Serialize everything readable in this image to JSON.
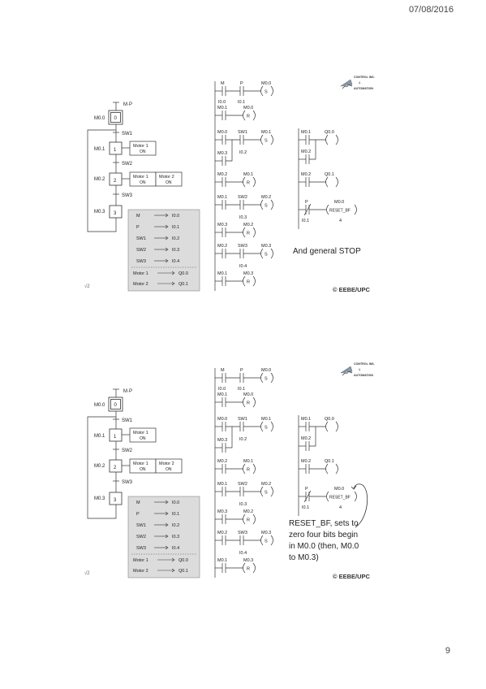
{
  "header": {
    "date": "07/08/2016"
  },
  "footer": {
    "page_number": "9"
  },
  "slides": [
    {
      "copyright": "© EEBE/UPC",
      "slide_number": "√2",
      "note": "And general STOP",
      "logo": {
        "title": "CONTROL INS.",
        "amp": "&",
        "sub": "AUTOMATION"
      }
    },
    {
      "copyright": "© EEBE/UPC",
      "slide_number": "√2",
      "note": "RESET_BF, sets to zero four bits begin in M0.0 (then, M0.0 to M0.3)",
      "logo": {
        "title": "CONTROL INS.",
        "amp": "&",
        "sub": "AUTOMATION"
      }
    }
  ],
  "grafcet": {
    "start_condition": "M·P",
    "steps": [
      {
        "memory": "M0.0",
        "number": "0"
      },
      {
        "memory": "M0.1",
        "number": "1"
      },
      {
        "memory": "M0.2",
        "number": "2"
      },
      {
        "memory": "M0.3",
        "number": "3"
      }
    ],
    "transitions": [
      "SW1",
      "SW2",
      "SW3"
    ],
    "actions": {
      "step1": [
        "Motor 1",
        "ON"
      ],
      "step2a": [
        "Motor 1",
        "ON"
      ],
      "step2b": [
        "Motor 2",
        "ON"
      ]
    }
  },
  "io_table": {
    "inputs": [
      {
        "signal": "M",
        "address": "I0.0"
      },
      {
        "signal": "P",
        "address": "I0.1"
      },
      {
        "signal": "SW1",
        "address": "I0.2"
      },
      {
        "signal": "SW2",
        "address": "I0.3"
      },
      {
        "signal": "SW3",
        "address": "I0.4"
      }
    ],
    "outputs": [
      {
        "signal": "Motor 1",
        "address": "Q0.0"
      },
      {
        "signal": "Motor 2",
        "address": "Q0.1"
      }
    ]
  },
  "ladder_left": [
    {
      "contacts": [
        {
          "top": "M",
          "bottom": "I0.0"
        },
        {
          "top": "P",
          "bottom": "I0.1"
        }
      ],
      "coil": {
        "label": "M0.0",
        "type": "S"
      }
    },
    {
      "contacts": [
        {
          "top": "M0.1",
          "bottom": ""
        }
      ],
      "coil": {
        "label": "M0.0",
        "type": "R"
      }
    },
    {
      "contacts": [
        {
          "top": "M0.0",
          "bottom": ""
        },
        {
          "top": "SW1",
          "bottom": "I0.2"
        }
      ],
      "parallel": "M0.3",
      "coil": {
        "label": "M0.1",
        "type": "S"
      }
    },
    {
      "contacts": [
        {
          "top": "M0.2",
          "bottom": ""
        }
      ],
      "coil": {
        "label": "M0.1",
        "type": "R"
      }
    },
    {
      "contacts": [
        {
          "top": "M0.1",
          "bottom": ""
        },
        {
          "top": "SW2",
          "bottom": "I0.3"
        }
      ],
      "coil": {
        "label": "M0.2",
        "type": "S"
      }
    },
    {
      "contacts": [
        {
          "top": "M0.3",
          "bottom": ""
        }
      ],
      "coil": {
        "label": "M0.2",
        "type": "R"
      }
    },
    {
      "contacts": [
        {
          "top": "M0.2",
          "bottom": ""
        },
        {
          "top": "SW3",
          "bottom": "I0.4"
        }
      ],
      "coil": {
        "label": "M0.3",
        "type": "S"
      }
    },
    {
      "contacts": [
        {
          "top": "M0.1",
          "bottom": ""
        }
      ],
      "coil": {
        "label": "M0.3",
        "type": "R"
      }
    }
  ],
  "ladder_right": {
    "rung1": {
      "contact": "M0.1",
      "parallel": "M0.2",
      "coil": "Q0.0"
    },
    "rung2": {
      "contact": "M0.2",
      "coil": "Q0.1"
    },
    "rung3": {
      "contact_top": "P",
      "contact_bottom": "I0.1",
      "coil_label": "M0.0",
      "coil_text": "RESET_BF",
      "coil_count": "4"
    }
  }
}
